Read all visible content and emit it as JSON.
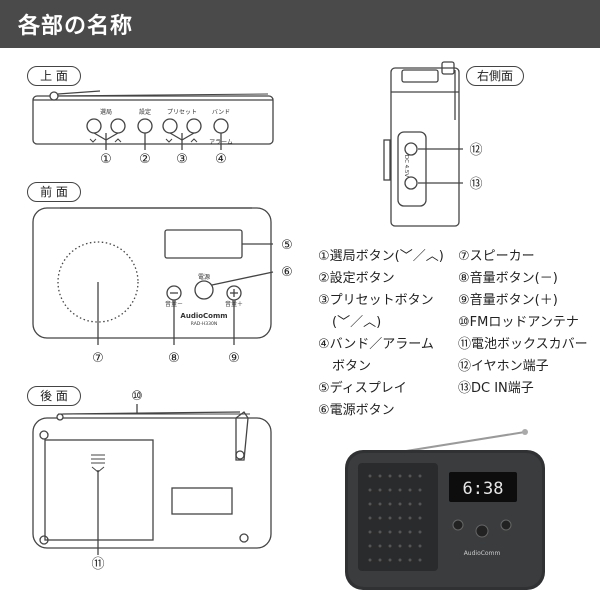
{
  "header": {
    "title": "各部の名称"
  },
  "sections": {
    "top": "上 面",
    "front": "前 面",
    "back": "後 面",
    "right": "右側面"
  },
  "top_panel": {
    "label_tune": "選局",
    "label_set": "設定",
    "label_preset": "プリセット",
    "label_band": "バンド",
    "label_alarm": "アラーム"
  },
  "front_panel": {
    "power_label": "電源",
    "vol_minus": "音量－",
    "vol_plus": "音量＋",
    "brand": "AudioComm",
    "model": "RAD-H330N"
  },
  "right_panel": {
    "dc_label": "DC 4.5V"
  },
  "callouts": [
    "①",
    "②",
    "③",
    "④",
    "⑤",
    "⑥",
    "⑦",
    "⑧",
    "⑨",
    "⑩",
    "⑪",
    "⑫",
    "⑬"
  ],
  "parts_left": [
    "①選局ボタン(﹀／︿)",
    "②設定ボタン",
    "③プリセットボタン",
    "(﹀／︿)",
    "④バンド／アラーム",
    "ボタン",
    "⑤ディスプレイ",
    "⑥電源ボタン"
  ],
  "parts_right": [
    "⑦スピーカー",
    "⑧音量ボタン(－)",
    "⑨音量ボタン(＋)",
    "⑩FMロッドアンテナ",
    "⑪電池ボックスカバー",
    "⑫イヤホン端子",
    "⑬DC IN端子"
  ],
  "photo": {
    "display": "6:38",
    "brand": "AudioComm"
  }
}
